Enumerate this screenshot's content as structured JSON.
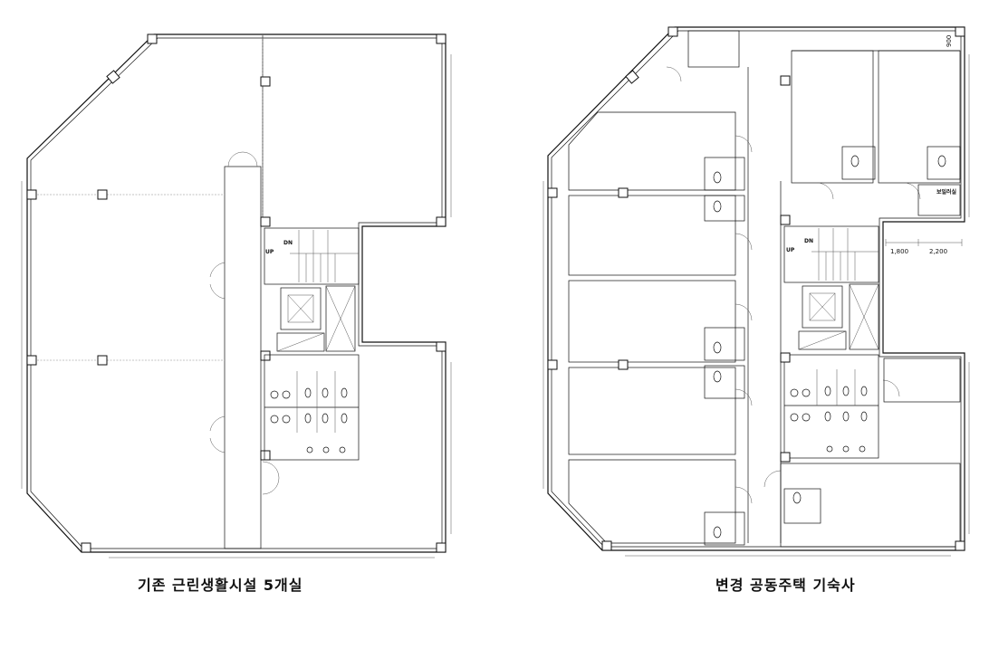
{
  "captions": {
    "existing": "기존 근린생활시설 5개실",
    "changed": "변경 공동주택 기숙사"
  },
  "plan_labels": {
    "dn": "DN",
    "up": "UP",
    "boiler_room": "보일러실"
  },
  "dimensions": {
    "d1": "1,800",
    "d2": "2,200",
    "d3": "900"
  }
}
